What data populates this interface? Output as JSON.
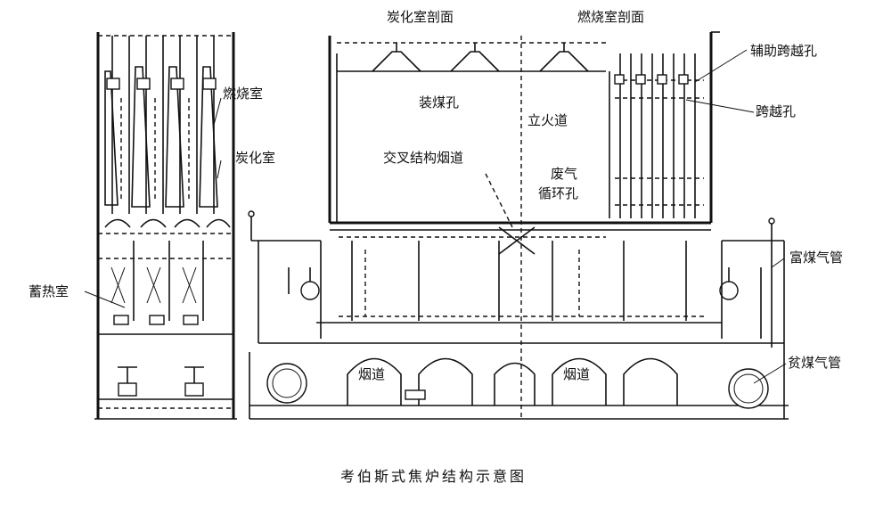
{
  "labels": {
    "carbonization_section": "炭化室剖面",
    "combustion_section": "燃烧室剖面",
    "aux_crossover_hole": "辅助跨越孔",
    "crossover_hole": "跨越孔",
    "charging_hole": "装煤孔",
    "riser": "立火道",
    "combustion_chamber": "燃烧室",
    "carbonization_chamber": "炭化室",
    "cross_flue": "交叉结构烟道",
    "waste_gas_recirc_1": "废气",
    "waste_gas_recirc_2": "循环孔",
    "regenerator": "蓄热室",
    "rich_gas_pipe": "富煤气管",
    "lean_gas_pipe": "贫煤气管",
    "flue_left": "烟道",
    "flue_right": "烟道"
  },
  "caption": "考伯斯式焦炉结构示意图",
  "colors": {
    "ink": "#111111",
    "paper": "#ffffff"
  }
}
